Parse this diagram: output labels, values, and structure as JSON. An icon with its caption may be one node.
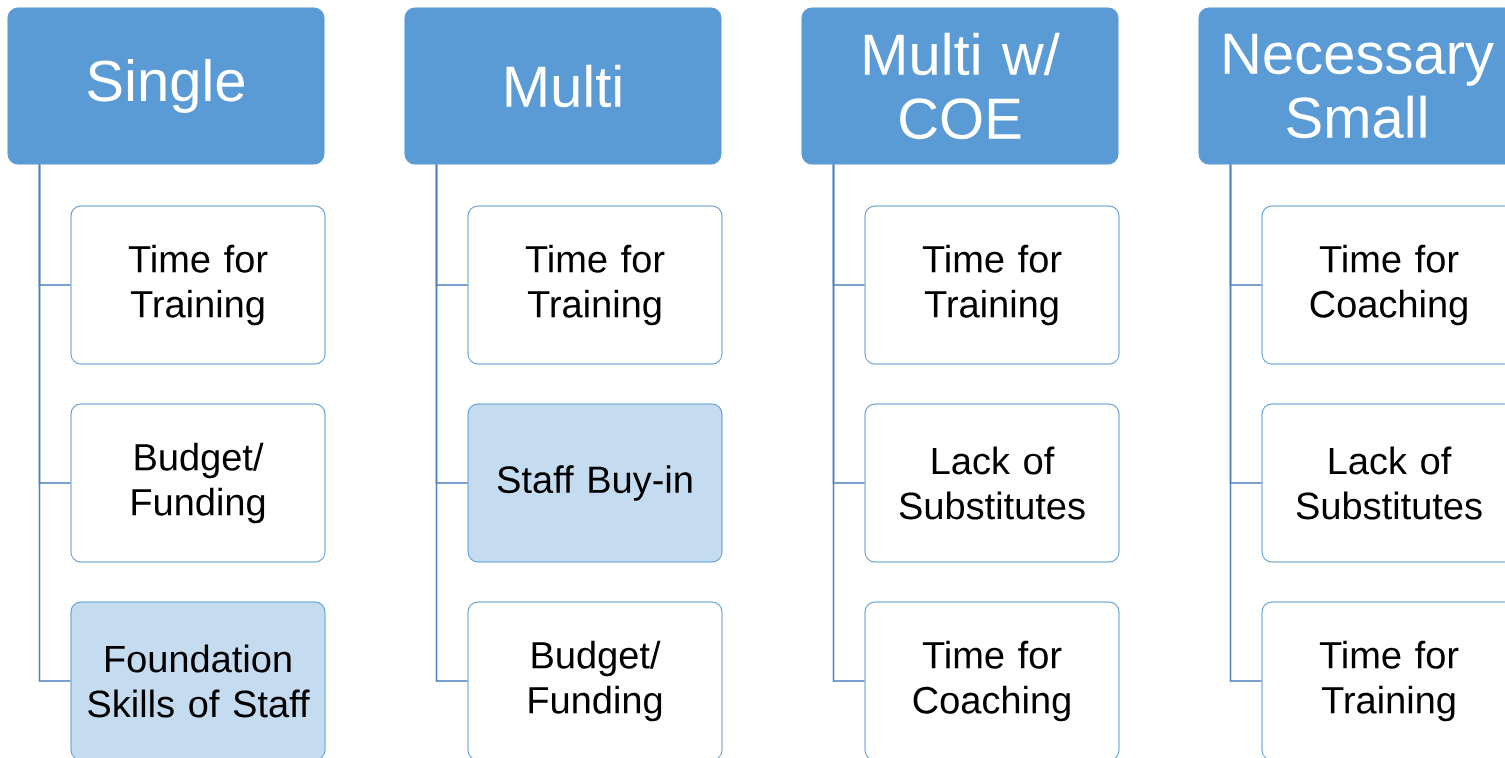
{
  "diagram": {
    "nodes": [
      {
        "text": [
          "Single"
        ]
      },
      {
        "text": [
          "Time for Training"
        ]
      },
      {
        "text": [
          "Budget/ Funding"
        ]
      },
      {
        "text": [
          "Foundation Skills of Staff"
        ]
      },
      {
        "text": [
          "Multi"
        ]
      },
      {
        "text": [
          "Time for Training"
        ]
      },
      {
        "text": [
          "Staff Buy-in"
        ]
      },
      {
        "text": [
          "Budget/ Funding"
        ]
      },
      {
        "text": [
          "Multi w/ COE"
        ]
      },
      {
        "text": [
          "Time for Training"
        ]
      },
      {
        "text": [
          "Lack of Substitutes"
        ]
      },
      {
        "text": [
          "Time for Coaching"
        ]
      },
      {
        "text": [
          "Necessary Small"
        ]
      },
      {
        "text": [
          "Time for Coaching"
        ]
      },
      {
        "text": [
          "Lack of Substitutes"
        ]
      },
      {
        "text": [
          "Time for Training"
        ]
      }
    ],
    "edges": [
      {
        "from": 0,
        "to": 1,
        "arrow": "none"
      },
      {
        "from": 0,
        "to": 2,
        "arrow": "none"
      },
      {
        "from": 0,
        "to": 3,
        "arrow": "none"
      },
      {
        "from": 4,
        "to": 5,
        "arrow": "none"
      },
      {
        "from": 4,
        "to": 6,
        "arrow": "none"
      },
      {
        "from": 4,
        "to": 7,
        "arrow": "none"
      },
      {
        "from": 8,
        "to": 9,
        "arrow": "none"
      },
      {
        "from": 8,
        "to": 10,
        "arrow": "none"
      },
      {
        "from": 8,
        "to": 11,
        "arrow": "none"
      },
      {
        "from": 12,
        "to": 13,
        "arrow": "none"
      },
      {
        "from": 12,
        "to": 14,
        "arrow": "none"
      },
      {
        "from": 12,
        "to": 15,
        "arrow": "none"
      }
    ]
  }
}
